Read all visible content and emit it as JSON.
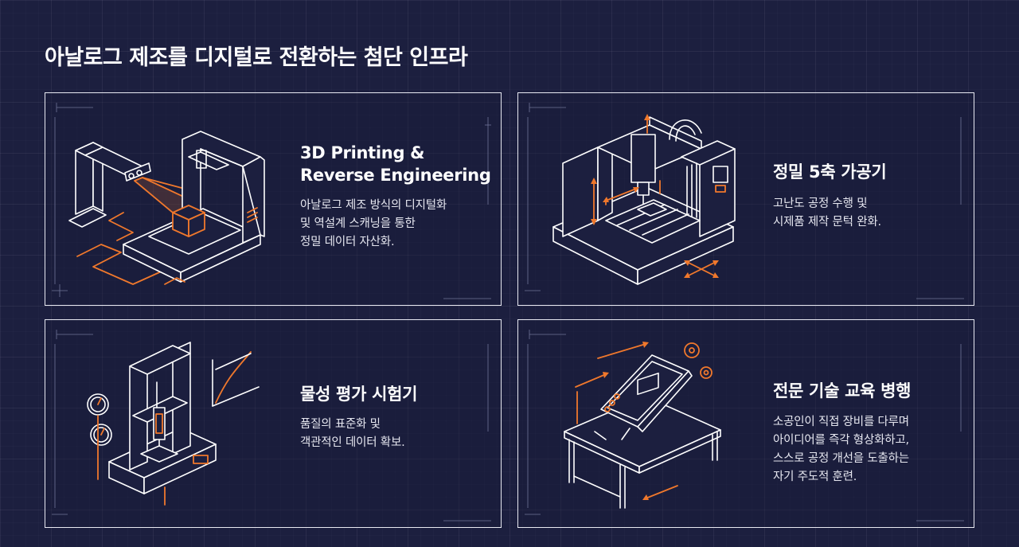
{
  "page": {
    "title": "아날로그 제조를 디지털로 전환하는 첨단 인프라"
  },
  "colors": {
    "background": "#1c1f3f",
    "accent": "#f0782c",
    "line": "#ffffff"
  },
  "cards": [
    {
      "id": "3d-printing",
      "title_lines": [
        "3D Printing &",
        "Reverse Engineering"
      ],
      "desc_lines": [
        "아날로그 제조 방식의 디지털화",
        "및 역설계 스캐닝을 통한",
        "정밀 데이터 자산화."
      ],
      "icon": "3d-printer-scanner-icon"
    },
    {
      "id": "5-axis",
      "title_lines": [
        "정밀 5축 가공기"
      ],
      "desc_lines": [
        "고난도 공정 수행 및",
        "시제품 제작 문턱 완화."
      ],
      "icon": "cnc-5-axis-machine-icon"
    },
    {
      "id": "material-testing",
      "title_lines": [
        "물성 평가 시험기"
      ],
      "desc_lines": [
        "품질의 표준화 및",
        "객관적인 데이터 확보."
      ],
      "icon": "universal-testing-machine-icon"
    },
    {
      "id": "education",
      "title_lines": [
        "전문 기술 교육 병행"
      ],
      "desc_lines": [
        "소공인이 직접 장비를 다루며",
        "아이디어를 즉각 형상화하고,",
        "스스로 공정 개선을 도출하는",
        "자기 주도적 훈련."
      ],
      "icon": "design-tablet-workbench-icon"
    }
  ]
}
